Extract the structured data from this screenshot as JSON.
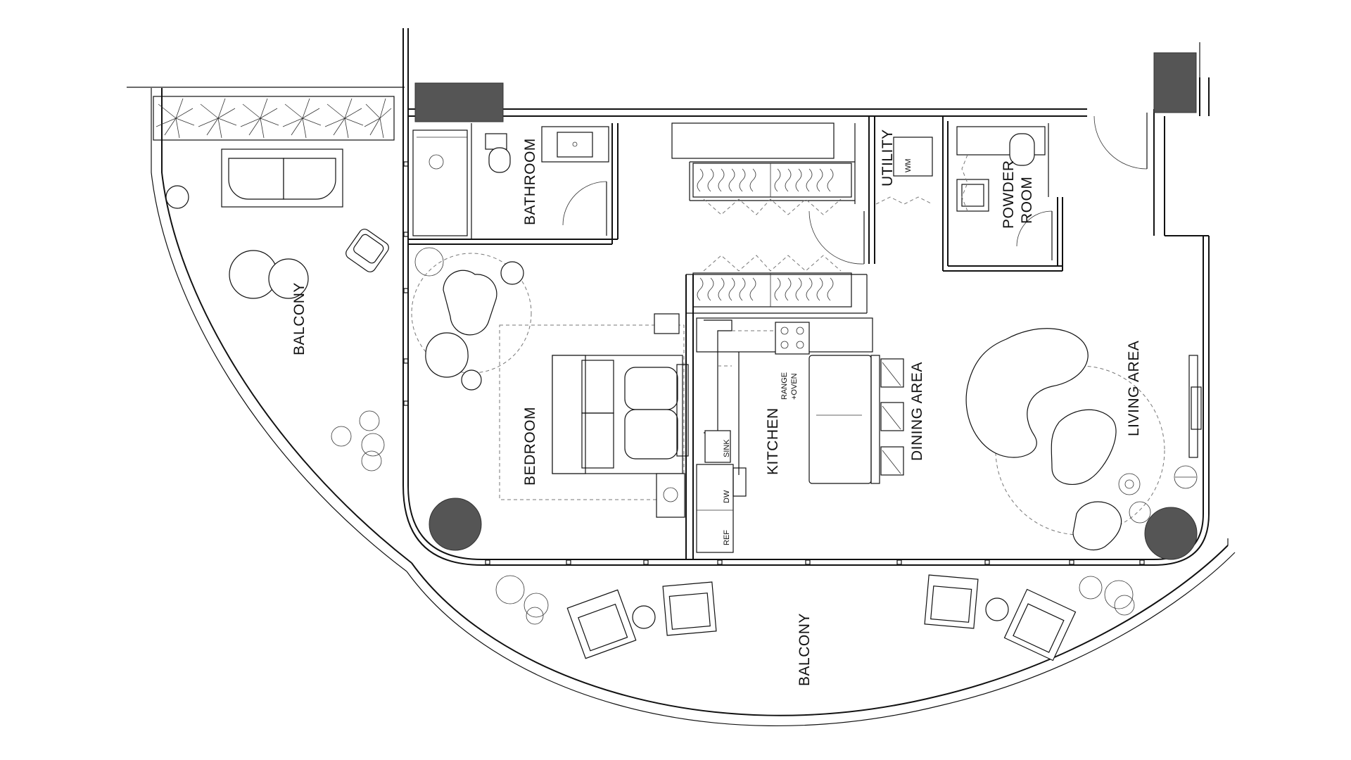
{
  "rooms": {
    "balcony_west": "BALCONY",
    "bathroom": "BATHROOM",
    "utility": "UTILITY",
    "powder_room_line1": "POWDER",
    "powder_room_line2": "ROOM",
    "bedroom": "BEDROOM",
    "kitchen": "KITCHEN",
    "dining_area": "DINING AREA",
    "living_area": "LIVING AREA",
    "balcony_south": "BALCONY"
  },
  "fixtures": {
    "range_line1": "RANGE",
    "range_line2": "+OVEN",
    "sink": "SINK",
    "dishwasher": "DW",
    "refrigerator": "REF",
    "washing_machine": "WM"
  }
}
